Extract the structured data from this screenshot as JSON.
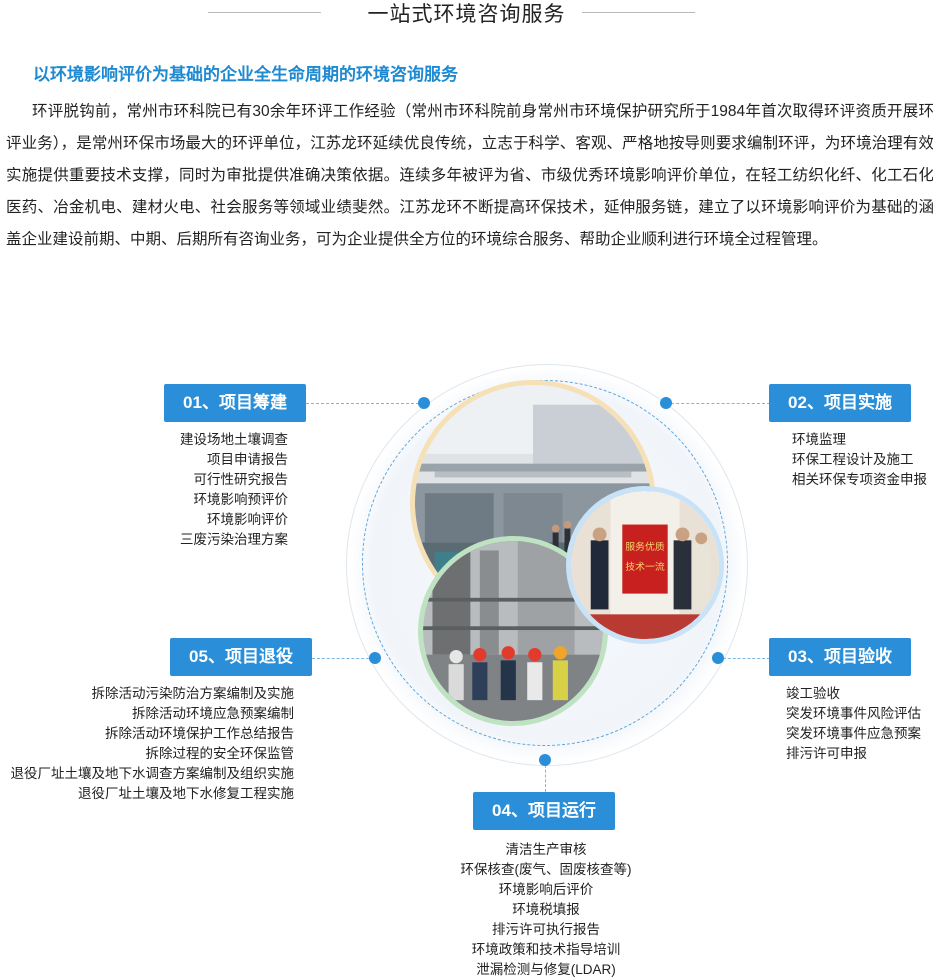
{
  "header": {
    "title": "一站式环境咨询服务"
  },
  "subtitle": "以环境影响评价为基础的企业全生命周期的环境咨询服务",
  "intro": "环评脱钩前，常州市环科院已有30余年环评工作经验（常州市环科院前身常州市环境保护研究所于1984年首次取得环评资质开展环评业务），是常州环保市场最大的环评单位，江苏龙环延续优良传统，立志于科学、客观、严格地按导则要求编制环评，为环境治理有效实施提供重要技术支撑，同时为审批提供准确决策依据。连续多年被评为省、市级优秀环境影响评价单位，在轻工纺织化纤、化工石化医药、冶金机电、建材火电、社会服务等领域业绩斐然。江苏龙环不断提高环保技术，延伸服务链，建立了以环境影响评价为基础的涵盖企业建设前期、中期、后期所有咨询业务，可为企业提供全方位的环境综合服务、帮助企业顺利进行环境全过程管理。",
  "colors": {
    "accent": "#2a8fd8",
    "subtitle": "#1e8ad2"
  },
  "stages": {
    "s01": {
      "label": "01、项目筹建",
      "items": [
        "建设场地土壤调查",
        "项目申请报告",
        "可行性研究报告",
        "环境影响预评价",
        "环境影响评价",
        "三废污染治理方案"
      ]
    },
    "s02": {
      "label": "02、项目实施",
      "items": [
        "环境监理",
        "环保工程设计及施工",
        "相关环保专项资金申报"
      ]
    },
    "s03": {
      "label": "03、项目验收",
      "items": [
        "竣工验收",
        "突发环境事件风险评估",
        "突发环境事件应急预案",
        "排污许可申报"
      ]
    },
    "s04": {
      "label": "04、项目运行",
      "items": [
        "清洁生产审核",
        "环保核查(废气、固废核查等)",
        "环境影响后评价",
        "环境税填报",
        "排污许可执行报告",
        "环境政策和技术指导培训",
        "泄漏检测与修复(LDAR)"
      ]
    },
    "s05": {
      "label": "05、项目退役",
      "items": [
        "拆除活动污染防治方案编制及实施",
        "拆除活动环境应急预案编制",
        "拆除活动环境保护工作总结报告",
        "拆除过程的安全环保监管",
        "退役厂址土壤及地下水调查方案编制及组织实施",
        "退役厂址土壤及地下水修复工程实施"
      ]
    }
  },
  "banner_text": {
    "line1": "服务优质",
    "line2": "技术一流"
  }
}
